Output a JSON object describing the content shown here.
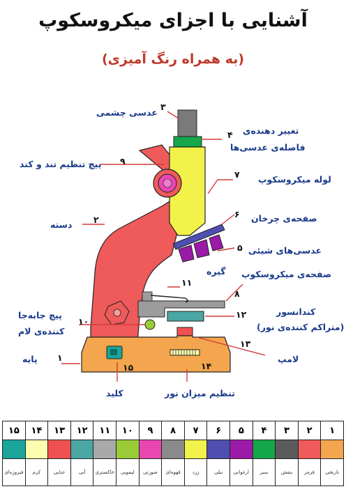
{
  "title": "آشنایی با اجزای میکروسکوپ",
  "subtitle": "(به همراه رنگ آمیزی)",
  "labels": {
    "eyepiece": "عدسی چشمی",
    "tube_adjust_1": "تغییر دهنده‌ی",
    "tube_adjust_2": "فاصله‌ی عدسی‌ها",
    "coarse_knob": "پیچ تنظیم تند و کند",
    "tube": "لوله میکروسکوپ",
    "arm": "دسته",
    "revolver": "صفحه‌ی چرخان",
    "objectives": "عدسی‌های شیئی",
    "clip": "گیره",
    "stage": "صفحه‌ی میکروسکوپ",
    "condenser_1": "کندانسور",
    "condenser_2": "(متراکم کننده‌ی نور)",
    "slide_knob_1": "پیچ جابه‌جا",
    "slide_knob_2": "کننده‌ی لام",
    "lamp": "لامپ",
    "base": "پایه",
    "light_adjust": "تنظیم میزان نور",
    "switch": "کلید"
  },
  "numbers": {
    "eyepiece": "۳",
    "tube_adjust": "۴",
    "coarse_knob": "۹",
    "tube": "۷",
    "arm": "۲",
    "revolver": "۶",
    "objectives": "۵",
    "clip": "۱۱",
    "stage": "۸",
    "condenser": "۱۲",
    "slide_knob": "۱۰",
    "lamp": "۱۳",
    "base": "۱",
    "light_adjust": "۱۴",
    "switch": "۱۵"
  },
  "legend": [
    {
      "num": "۱",
      "name": "نارنجی",
      "color": "#f4a64e"
    },
    {
      "num": "۲",
      "name": "قرمز",
      "color": "#ef5a5a"
    },
    {
      "num": "۳",
      "name": "بنفش",
      "color": "#5b5b5b"
    },
    {
      "num": "۴",
      "name": "سبز",
      "color": "#14a84a"
    },
    {
      "num": "۵",
      "name": "ارغوانی",
      "color": "#9b1aa8"
    },
    {
      "num": "۶",
      "name": "نیلی",
      "color": "#4e4fb0"
    },
    {
      "num": "۷",
      "name": "زرد",
      "color": "#f2f24a"
    },
    {
      "num": "۸",
      "name": "قهوه‌ای",
      "color": "#8a8a8a"
    },
    {
      "num": "۹",
      "name": "صورتی",
      "color": "#e946b2"
    },
    {
      "num": "۱۰",
      "name": "لیمویی",
      "color": "#9acb36"
    },
    {
      "num": "۱۱",
      "name": "خاکستری",
      "color": "#a9a9a9"
    },
    {
      "num": "۱۲",
      "name": "آبی",
      "color": "#4aa7a4"
    },
    {
      "num": "۱۳",
      "name": "جنایی",
      "color": "#f15050"
    },
    {
      "num": "۱۴",
      "name": "کرم",
      "color": "#fdfdb0"
    },
    {
      "num": "۱۵",
      "name": "فیروزه‌ای",
      "color": "#1aa69a"
    }
  ]
}
